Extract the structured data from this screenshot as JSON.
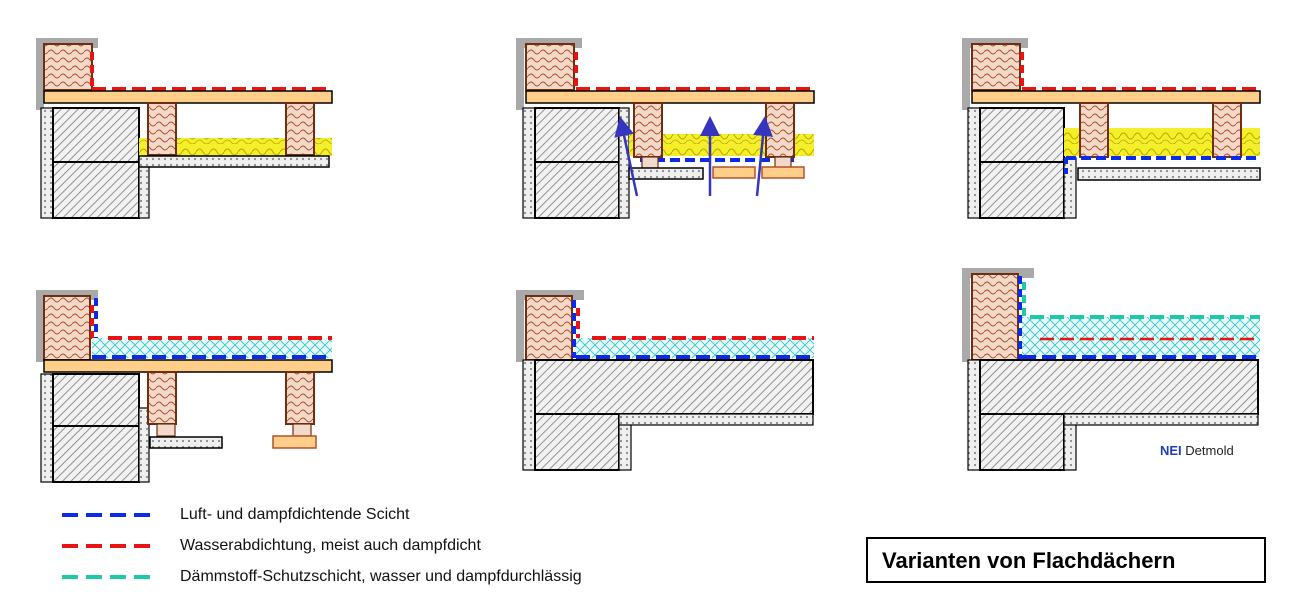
{
  "legend": [
    {
      "label": "Luft- und dampfdichtende Scicht",
      "color": "#0a2be8"
    },
    {
      "label": "Wasserabdichtung, meist auch dampfdicht",
      "color": "#e81414"
    },
    {
      "label": "Dämmstoff-Schutzschicht, wasser und dampfdurchlässig",
      "color": "#1fc9a6"
    }
  ],
  "title": "Varianten von Flachdächern",
  "credit": {
    "org": "NEI",
    "place": "Detmold"
  },
  "colors": {
    "timber": "#ffcf8a",
    "insulation_mineral": "#f2ee2a",
    "insulation_rigid": "#a8eef0",
    "masonry_hatch": "#7a7a7a",
    "parapet_wood": "#e5b7a0",
    "arrow": "#3535c0"
  },
  "variants": [
    {
      "id": 1,
      "type": "warm-roof-timber-joists-mineral-wool"
    },
    {
      "id": 2,
      "type": "ventilated-cold-roof"
    },
    {
      "id": 3,
      "type": "timber-roof-vapour-barrier-below-insulation"
    },
    {
      "id": 4,
      "type": "timber-roof-rigid-insulation-above-deck"
    },
    {
      "id": 5,
      "type": "concrete-roof-rigid-insulation"
    },
    {
      "id": 6,
      "type": "inverted-roof-protection-layer"
    }
  ]
}
